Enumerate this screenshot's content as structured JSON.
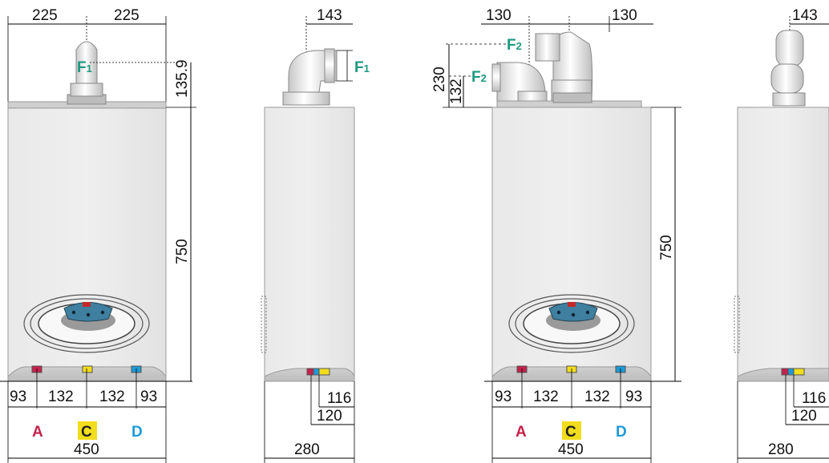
{
  "colors": {
    "flow_red": "#c4214b",
    "gas_yellow": "#f2dd1c",
    "cold_blue": "#1d9ad6",
    "flue_green": "#1c9a7e",
    "body_gray": "#e8e8e8",
    "panel_blue": "#3f7fa0"
  },
  "front_a": {
    "top_left": "225",
    "top_right": "225",
    "flue_label": "F",
    "flue_sub": "1",
    "dim_flue_height": "135.9",
    "dim_body_height": "750",
    "bottom_dims": [
      "93",
      "132",
      "132",
      "93"
    ],
    "conn_a": "A",
    "conn_c": "C",
    "conn_d": "D",
    "total_width": "450"
  },
  "side_a": {
    "top": "143",
    "flue_label": "F",
    "flue_sub": "1",
    "dim_116": "116",
    "dim_120": "120",
    "depth": "280"
  },
  "front_b": {
    "top_left": "130",
    "top_right": "130",
    "flue_label": "F",
    "flue_sub": "2",
    "dim_230": "230",
    "dim_132": "132",
    "dim_body_height": "750",
    "bottom_dims": [
      "93",
      "132",
      "132",
      "93"
    ],
    "conn_a": "A",
    "conn_c": "C",
    "conn_d": "D",
    "total_width": "450"
  },
  "side_b": {
    "top": "143",
    "dim_116": "116",
    "dim_120": "120",
    "depth": "280"
  }
}
